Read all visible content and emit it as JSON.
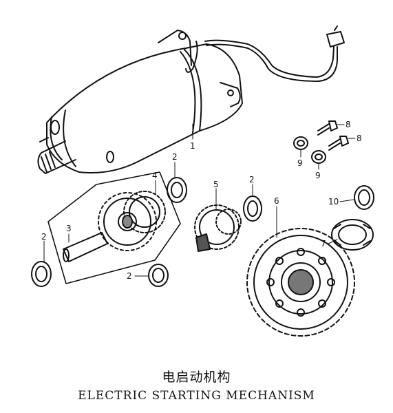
{
  "diagram": {
    "caption_cn": "电启动机构",
    "caption_en": "ELECTRIC STARTING MECHANISM",
    "callouts": {
      "c1": "1",
      "c2a": "2",
      "c2b": "2",
      "c2c": "2",
      "c2d": "2",
      "c3": "3",
      "c4": "4",
      "c5": "5",
      "c6": "6",
      "c7": "7",
      "c8a": "8",
      "c8b": "8",
      "c9a": "9",
      "c9b": "9",
      "c10": "10"
    }
  }
}
